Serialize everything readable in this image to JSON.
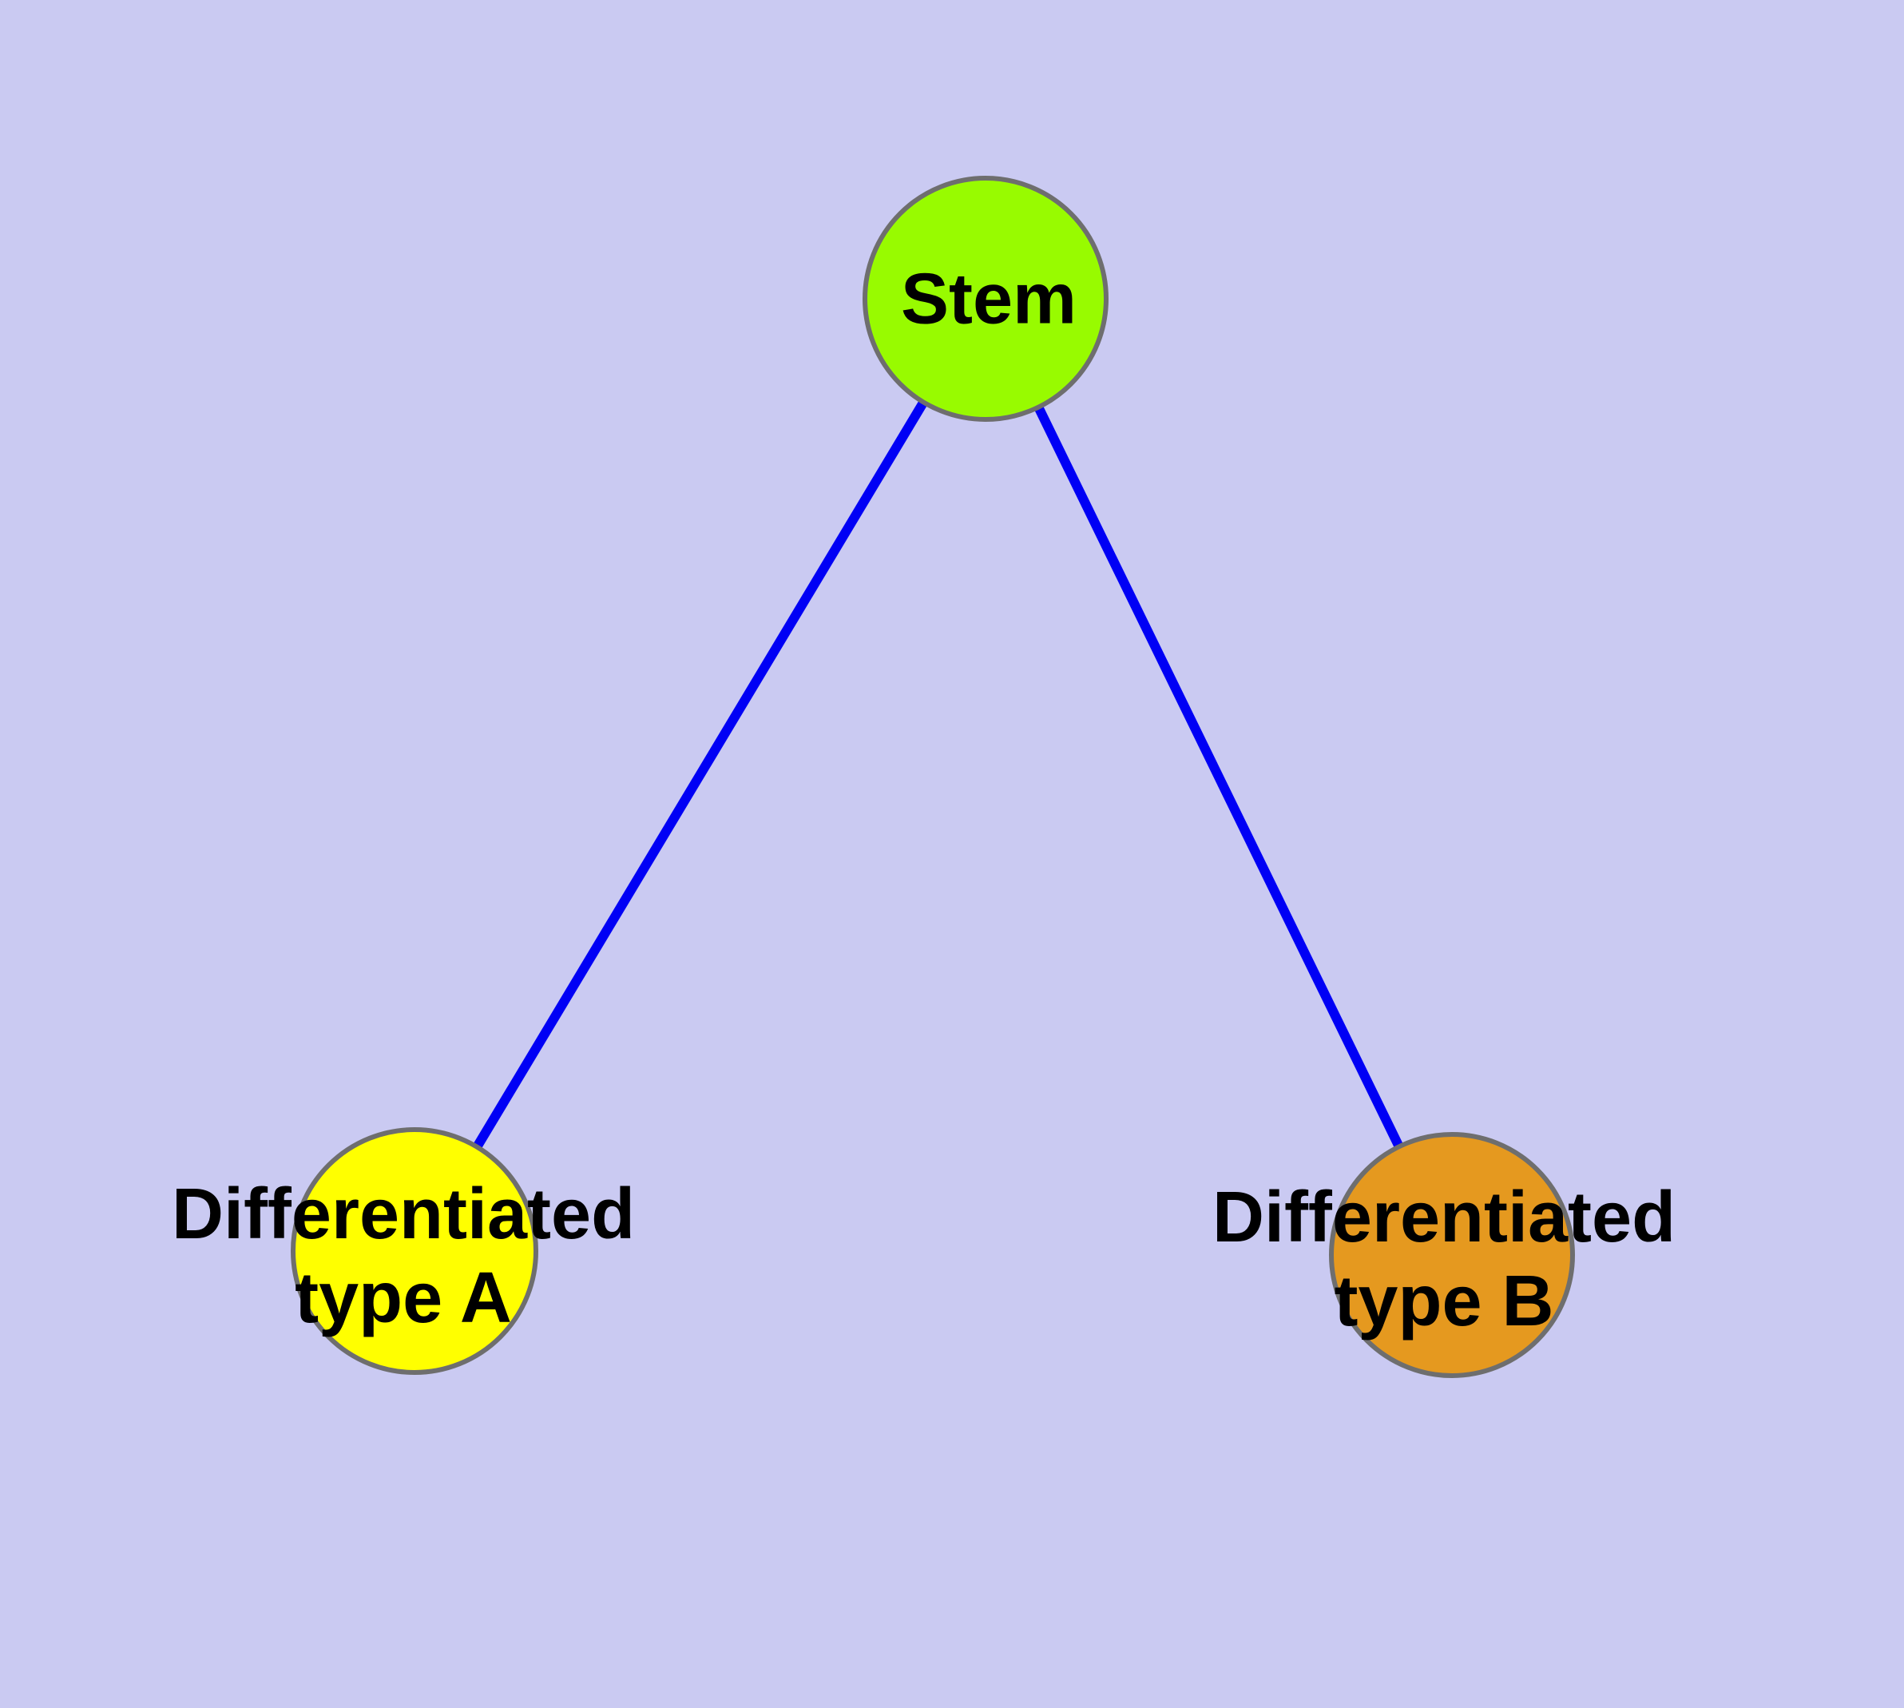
{
  "diagram": {
    "type": "node-link-graph",
    "background_color": "#CACAF2",
    "edge_color": "#0000F5",
    "node_border_color": "#6E6E6E",
    "label_color": "#000000",
    "nodes": {
      "stem": {
        "label": "Stem",
        "color": "#98FB00"
      },
      "type_a": {
        "label_line1": "Differentiated",
        "label_line2": "type A",
        "color": "#FFFF00"
      },
      "type_b": {
        "label_line1": "Differentiated",
        "label_line2": "type B",
        "color": "#E5991F"
      }
    },
    "edges": [
      {
        "from": "stem",
        "to": "type_a"
      },
      {
        "from": "stem",
        "to": "type_b"
      }
    ]
  }
}
